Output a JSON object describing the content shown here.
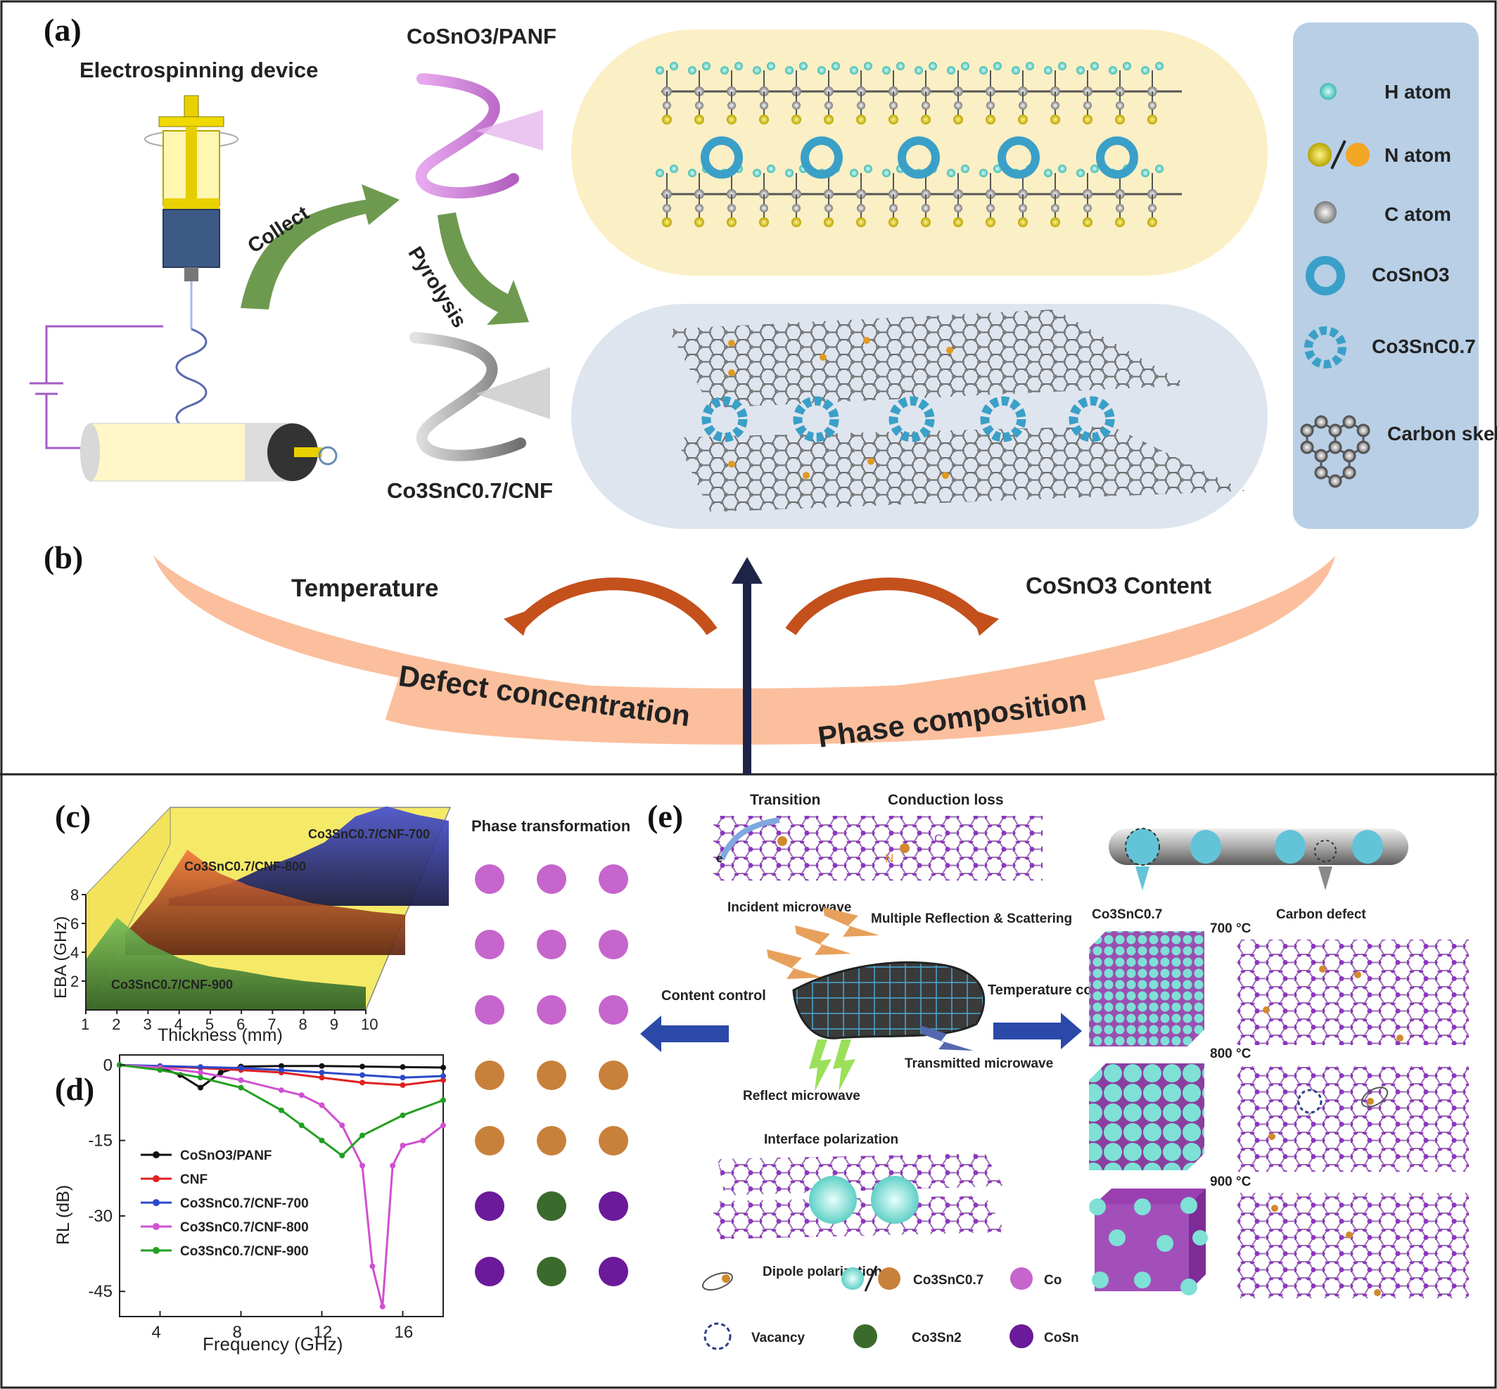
{
  "panel_labels": {
    "a": "(a)",
    "b": "(b)",
    "c": "(c)",
    "d": "(d)",
    "e": "(e)"
  },
  "panel_a": {
    "device_title": "Electrospinning device",
    "collect": "Collect",
    "pyrolysis": "Pyrolysis",
    "fiber_top": "CoSnO3/PANF",
    "fiber_bottom": "Co3SnC0.7/CNF",
    "legend": [
      {
        "label": "H atom",
        "icon": "h-atom-icon"
      },
      {
        "label": "N atom",
        "icon": "n-atom-icon"
      },
      {
        "label": "C atom",
        "icon": "c-atom-icon"
      },
      {
        "label": "CoSnO3",
        "icon": "cosno3-ring-icon"
      },
      {
        "label": "Co3SnC0.7",
        "icon": "co3snc-ring-icon"
      },
      {
        "label": "Carbon skeleton",
        "icon": "carbon-skeleton-icon"
      }
    ]
  },
  "panel_b": {
    "left_top": "Temperature",
    "right_top": "CoSnO3 Content",
    "left_bottom": "Defect concentration",
    "right_bottom": "Phase composition"
  },
  "panel_c": {
    "ylabel": "EBA (GHz)",
    "xlabel": "Thickness (mm)",
    "xticks": [
      "1",
      "2",
      "3",
      "4",
      "5",
      "6",
      "7",
      "8",
      "9",
      "10"
    ],
    "yticks": [
      "2",
      "4",
      "6",
      "8"
    ],
    "series": [
      "Co3SnC0.7/CNF-700",
      "Co3SnC0.7/CNF-800",
      "Co3SnC0.7/CNF-900"
    ]
  },
  "panel_d": {
    "ylabel": "RL (dB)",
    "xlabel": "Frequency (GHz)",
    "xticks": [
      "4",
      "8",
      "12",
      "16"
    ],
    "yticks": [
      "0",
      "-15",
      "-30",
      "-45"
    ],
    "legend": [
      "CoSnO3/PANF",
      "CNF",
      "Co3SnC0.7/CNF-700",
      "Co3SnC0.7/CNF-800",
      "Co3SnC0.7/CNF-900"
    ]
  },
  "phase": {
    "title": "Phase transformation",
    "content_control": "Content control"
  },
  "panel_e": {
    "transition": "Transition",
    "conduction_loss": "Conduction loss",
    "electron": "e",
    "n_label": "N",
    "c_label": "C",
    "incident": "Incident microwave",
    "multiple": "Multiple Reflection & Scattering",
    "transmitted": "Transmitted microwave",
    "reflect": "Reflect microwave",
    "interface": "Interface polarization",
    "temperature_control": "Temperature control",
    "co3snc": "Co3SnC0.7",
    "carbon_defect": "Carbon defect",
    "t700": "700 °C",
    "t800": "800 °C",
    "t900": "900 °C",
    "legend_dipole": "Dipole polarization",
    "legend_co3snc": "Co3SnC0.7",
    "legend_co": "Co",
    "legend_vacancy": "Vacancy",
    "legend_co3sn2": "Co3Sn2",
    "legend_cosn": "CoSn"
  },
  "chart_data": [
    {
      "type": "area",
      "xlabel": "Thickness (mm)",
      "ylabel": "EBA (GHz)",
      "xlim": [
        1,
        10
      ],
      "ylim": [
        0,
        8
      ],
      "series": [
        {
          "name": "Co3SnC0.7/CNF-700",
          "x": [
            1,
            2,
            3,
            4,
            5,
            6,
            7,
            8,
            9,
            10
          ],
          "values": [
            0.5,
            1.0,
            1.6,
            2.6,
            3.4,
            4.4,
            6.2,
            6.9,
            6.3,
            5.9
          ]
        },
        {
          "name": "Co3SnC0.7/CNF-800",
          "x": [
            1,
            2,
            3,
            4,
            5,
            6,
            7,
            8,
            9,
            10
          ],
          "values": [
            1.5,
            4.0,
            7.3,
            5.7,
            4.8,
            4.2,
            3.6,
            3.3,
            3.0,
            2.8
          ]
        },
        {
          "name": "Co3SnC0.7/CNF-900",
          "x": [
            1,
            2,
            3,
            4,
            5,
            6,
            7,
            8,
            9,
            10
          ],
          "values": [
            3.5,
            6.4,
            4.6,
            3.6,
            3.0,
            2.7,
            2.3,
            2.0,
            1.8,
            1.6
          ]
        }
      ]
    },
    {
      "type": "line",
      "xlabel": "Frequency (GHz)",
      "ylabel": "RL (dB)",
      "xlim": [
        2,
        18
      ],
      "ylim": [
        -50,
        2
      ],
      "series": [
        {
          "name": "CoSnO3/PANF",
          "x": [
            2,
            4,
            5,
            6,
            7,
            8,
            10,
            12,
            14,
            16,
            18
          ],
          "values": [
            0,
            -0.5,
            -2,
            -4.5,
            -1.5,
            -0.3,
            -0.2,
            -0.2,
            -0.3,
            -0.4,
            -0.5
          ]
        },
        {
          "name": "CNF",
          "x": [
            2,
            4,
            6,
            8,
            10,
            12,
            14,
            16,
            18
          ],
          "values": [
            0,
            -0.3,
            -0.6,
            -1,
            -1.5,
            -2.5,
            -3.5,
            -4,
            -3
          ]
        },
        {
          "name": "Co3SnC0.7/CNF-700",
          "x": [
            2,
            4,
            6,
            8,
            10,
            12,
            14,
            16,
            18
          ],
          "values": [
            0,
            -0.2,
            -0.4,
            -0.6,
            -1,
            -1.5,
            -2,
            -2.5,
            -2.2
          ]
        },
        {
          "name": "Co3SnC0.7/CNF-800",
          "x": [
            2,
            4,
            6,
            8,
            10,
            11,
            12,
            13,
            14,
            14.5,
            15,
            15.5,
            16,
            17,
            18
          ],
          "values": [
            0,
            -0.5,
            -1.5,
            -3,
            -5,
            -6,
            -8,
            -12,
            -20,
            -40,
            -48,
            -20,
            -16,
            -15,
            -12
          ]
        },
        {
          "name": "Co3SnC0.7/CNF-900",
          "x": [
            2,
            4,
            6,
            8,
            10,
            11,
            12,
            13,
            14,
            16,
            18
          ],
          "values": [
            0,
            -1,
            -2.5,
            -4.5,
            -9,
            -12,
            -15,
            -18,
            -14,
            -10,
            -7
          ]
        }
      ]
    }
  ]
}
